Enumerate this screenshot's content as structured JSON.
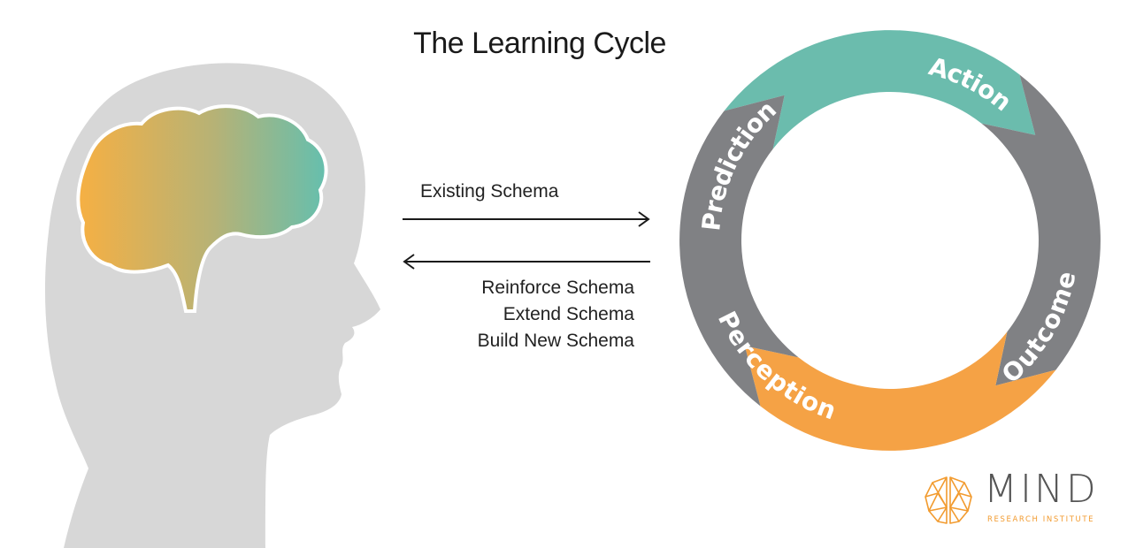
{
  "title": "The Learning Cycle",
  "arrows": {
    "forward_label": "Existing Schema",
    "backward_labels": [
      "Reinforce Schema",
      "Extend Schema",
      "Build New Schema"
    ]
  },
  "cycle": {
    "stages": [
      {
        "label": "Action",
        "color": "#6bbcad"
      },
      {
        "label": "Outcome",
        "color": "#808184"
      },
      {
        "label": "Perception",
        "color": "#f5a245"
      },
      {
        "label": "Prediction",
        "color": "#808184"
      }
    ]
  },
  "brain_gradient": [
    "#f6b043",
    "#65bfae"
  ],
  "head_color": "#d7d7d7",
  "logo": {
    "name": "MIND",
    "subtitle": "RESEARCH INSTITUTE",
    "color": "#f29b2f"
  }
}
